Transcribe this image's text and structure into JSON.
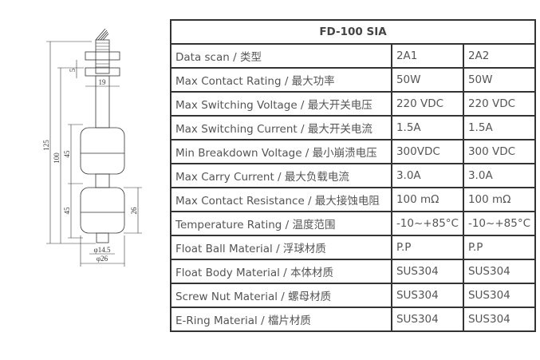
{
  "drawing": {
    "dims": {
      "total": "125",
      "sensor": "100",
      "nut": "5",
      "nut_width": "19",
      "float1": "45",
      "float2": "45",
      "ball_height": "26",
      "stem_dia": "φ14.5",
      "ball_dia": "φ26"
    }
  },
  "table": {
    "title": "FD-100 SIA",
    "rows": [
      [
        "Data scan / 类型",
        "2A1",
        "2A2"
      ],
      [
        "Max Contact Rating / 最大功率",
        "50W",
        "50W"
      ],
      [
        "Max Switching Voltage / 最大开关电压",
        "220 VDC",
        "220 VDC"
      ],
      [
        "Max Switching Current / 最大开关电流",
        "1.5A",
        "1.5A"
      ],
      [
        "Min Breakdown Voltage / 最小崩溃电压",
        "300VDC",
        "300 VDC"
      ],
      [
        "Max Carry Current / 最大负载电流",
        "3.0A",
        "3.0A"
      ],
      [
        "Max Contact Resistance / 最大接蚀电阻",
        "100 mΩ",
        "100 mΩ"
      ],
      [
        "Temperature Rating / 温度范围",
        "-10~+85°C",
        "-10~+85°C"
      ],
      [
        "Float Ball Material / 浮球材质",
        "P.P",
        "P.P"
      ],
      [
        "Float Body Material / 本体材质",
        "SUS304",
        "SUS304"
      ],
      [
        "Screw Nut Material / 螺母材质",
        "SUS304",
        "SUS304"
      ],
      [
        "E-Ring Material / 檔片材质",
        "SUS304",
        "SUS304"
      ]
    ]
  }
}
